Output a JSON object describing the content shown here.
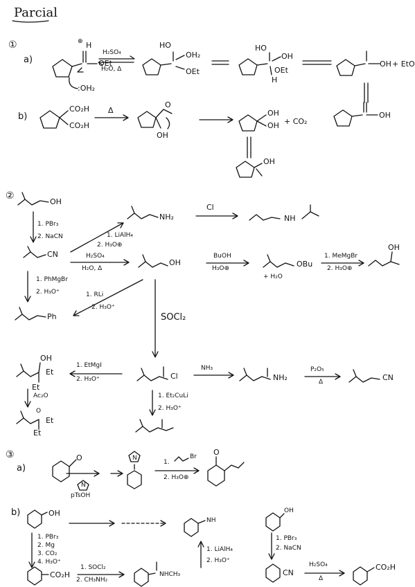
{
  "title": "Parcial",
  "s1": {
    "num": "①",
    "a": "a)",
    "b": "b)",
    "t_oh_plus": "⊕",
    "t_h": "H",
    "t_oet": "OEt",
    "t_h2o_attack": ":OH₂",
    "reagent_top": "H₂SO₄",
    "reagent_bot": "H₂O, Δ",
    "i1_ho": "HO",
    "i1_oh2": "OH₂",
    "i1_oet": "OEt",
    "i2_ho": "HO",
    "i2_oh": "OH",
    "i2_oet": "OEt",
    "i2_h": "H",
    "i3_oh": "OH",
    "i3_etoh": "+ EtOH",
    "acid_oh": "OH",
    "b_co2h_1": "CO₂H",
    "b_co2h_2": "CO₂H",
    "b_delta": "Δ",
    "b_int_o": "O",
    "b_int_oh": "OH",
    "b_enol_oh1": "OH",
    "b_enol_oh2": "OH",
    "b_co2": "+ CO₂",
    "b_prod_oh": "OH"
  },
  "s2": {
    "num": "②",
    "start_oh": "OH",
    "r_pbr3": "1. PBr₃",
    "r_nacn": "2. NaCN",
    "cn": "CN",
    "r_lialh4": "1. LiAlH₄",
    "r_h3o_1": "2. H₃O⊕",
    "nh2": "NH₂",
    "acyl_cl": "Cl",
    "amide_nh": "NH",
    "r_h2so4": "H₂SO₄",
    "r_h2o": "H₂O, Δ",
    "acid_oh": "OH",
    "r_buoh": "BuOH",
    "r_h3o_2": "H₃O⊕",
    "ester_obu": "OBu",
    "plus_h2o": "+ H₂O",
    "r_mebr": "1. MeMgBr",
    "r_h3o_3": "2. H₃O⊕",
    "alc_oh": "OH",
    "r_phmgbr": "1. PhMgBr",
    "r_h3o_4": "2. H₃O⁺",
    "ph": "Ph",
    "r_rli": "1. RLi",
    "r_h3o_5": "2. H₃O⁺",
    "r_socl2": "SOCl₂",
    "r_etmgi": "1. EtMgI",
    "r_h3o_6": "2. H₃O⁺",
    "tert_oh": "OH",
    "et1": "Et",
    "et2": "Et",
    "acid_cl": "Cl",
    "r_nh3": "NH₃",
    "amide_nh2": "NH₂",
    "r_p2o5": "P₂O₅",
    "r_delta": "Δ",
    "nitrile": "CN",
    "r_et2culi": "1. Et₂CuLi",
    "r_h3o_7": "2. H₃O⁺",
    "r_ac2o": "Ac₂O",
    "ester_o": "O",
    "et3": "Et",
    "et4": "Et"
  },
  "s3": {
    "num": "③",
    "a": "a)",
    "b": "b)",
    "ket_o": "O",
    "pyrr_n": "N",
    "ptsoh": "pTsOH",
    "enamine_n": "N",
    "r_allyl": "1. ",
    "r_br": "Br",
    "r_h3o": "2. H₃O⊕",
    "prod_o": "O",
    "cy_oh": "OH",
    "r1": "1. PBr₃",
    "r2": "2. Mg",
    "r3": "3. CO₂",
    "r4": "4. H₃O⁺",
    "co2h": "CO₂H",
    "r_socl2": "1. SOCl₂",
    "r_nhch3": "2. CH₃NH₂",
    "amide": "NHCH₃",
    "r_lialh4": "1. LiAlH₄",
    "r_h3o2": "2. H₃O⁺",
    "amine": "NH",
    "cy_oh2": "OH",
    "r_pbr3b": "1. PBr₃",
    "r_nacnb": "2. NaCN",
    "cn": "CN",
    "r_h2so4": "H₂SO₄",
    "r_delta": "Δ",
    "co2h_final": "CO₂H"
  }
}
